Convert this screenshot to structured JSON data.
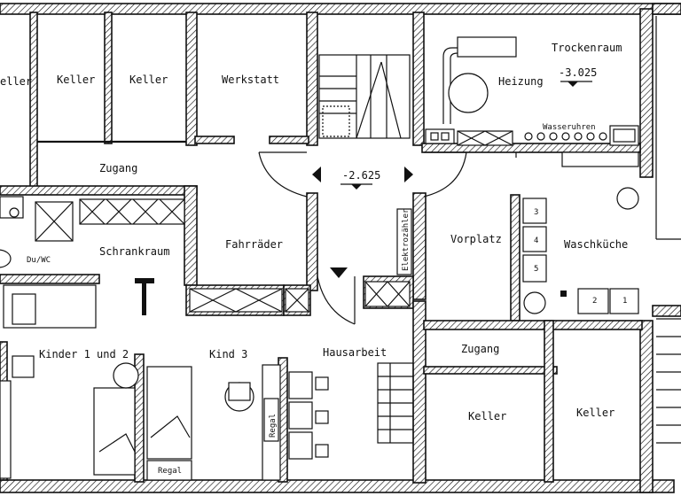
{
  "rooms": {
    "keller_far_left": "eller",
    "keller_1": "Keller",
    "keller_2": "Keller",
    "werkstatt": "Werkstatt",
    "trockenraum": "Trockenraum",
    "heizung": "Heizung",
    "wasseruhren": "Wasseruhren",
    "zugang_top": "Zugang",
    "du_wc": "Du/WC",
    "schrankraum": "Schrankraum",
    "fahrraeder": "Fahrräder",
    "vorplatz": "Vorplatz",
    "waschkueche": "Waschküche",
    "elektrozaehler": "Elektrozähler",
    "kinder_1_2": "Kinder 1 und 2",
    "kind_3": "Kind 3",
    "hausarbeit": "Hausarbeit",
    "zugang_right": "Zugang",
    "keller_bottom_1": "Keller",
    "keller_bottom_2": "Keller",
    "regal_1": "Regal",
    "regal_2": "Regal"
  },
  "levels": {
    "hall": "-2.625",
    "trockenraum": "-3.025"
  },
  "machine_numbers": [
    "3",
    "4",
    "5",
    "2",
    "1"
  ]
}
